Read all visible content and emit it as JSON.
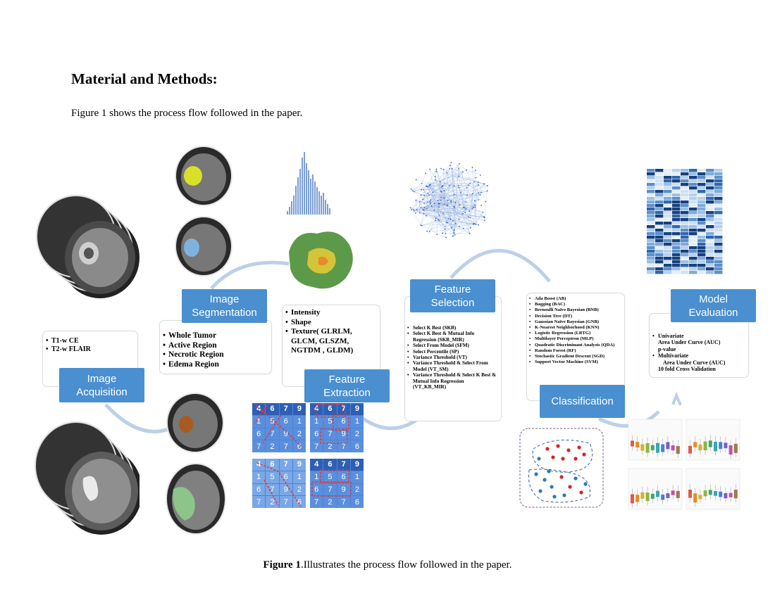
{
  "heading": "Material and Methods:",
  "intro": "Figure 1 shows the process flow followed in the paper.",
  "caption": {
    "label": "Figure 1",
    "text": ".Illustrates the process flow followed in the paper."
  },
  "stages": {
    "acquisition": [
      "Image",
      "Acquisition"
    ],
    "segmentation": [
      "Image",
      "Segmentation"
    ],
    "extraction": [
      "Feature",
      "Extraction"
    ],
    "selection": [
      "Feature",
      "Selection"
    ],
    "classification": "Classification",
    "evaluation": [
      "Model",
      "Evaluation"
    ]
  },
  "acquisition_items": [
    "T1-w CE",
    "T2-w FLAIR"
  ],
  "segmentation_items": [
    "Whole Tumor",
    "Active Region",
    "Necrotic Region",
    "Edema Region"
  ],
  "extraction_items": [
    "Intensity",
    "Shape",
    "Texture( GLRLM, GLCM, GLSZM, NGTDM , GLDM)"
  ],
  "selection_items": [
    "Select K Best (SKB)",
    "Select K Best & Mutual Info Regression (SKB_MIR)",
    "Select From Model (SFM)",
    "Select Percentile (SP)",
    "Variance Threshold (VT)",
    "Variance Threshold & Select From Model (VT_SM)",
    "Variance Threshold & Select K Best & Mutual Info Regression (VT_KB_MIR)"
  ],
  "classifier_items": [
    "Ada Boost (AB)",
    "Bagging (BAC)",
    "Bernoulli Naïve Bayesian (BNB)",
    "Decision Tree (DT)",
    "Gaussian Naïve Bayesian (GNB)",
    "K-Nearest Neighborhood (KNN)",
    "Logistic Regression (LRTG)",
    "Multilayer Perceptron (MLP)",
    "Quadratic Discriminant Analysis (QDA)",
    "Random Forest (RF)",
    "Stochastic Gradient Descent (SGD)",
    "Support Vector Machine (SVM)"
  ],
  "evaluation_items": {
    "univariate": "Univariate",
    "uni_auc": "Area Under Curve (AUC)",
    "uni_p": "p-value",
    "multivariate": "Multivariate",
    "multi_auc": "Area Under Curve (AUC)",
    "cv": "10 fold Cross Validation"
  },
  "texture_grids": [
    [
      "4",
      "6",
      "7",
      "9",
      "1",
      "5",
      "6",
      "1",
      "6",
      "7",
      "9",
      "2",
      "7",
      "2",
      "7",
      "6"
    ],
    [
      "4",
      "6",
      "7",
      "9",
      "1",
      "5",
      "6",
      "1",
      "6",
      "7",
      "9",
      "2",
      "7",
      "2",
      "7",
      "6"
    ],
    [
      "4",
      "6",
      "7",
      "9",
      "1",
      "5",
      "6",
      "1",
      "6",
      "7",
      "9",
      "2",
      "7",
      "2",
      "7",
      "6"
    ],
    [
      "4",
      "6",
      "7",
      "9",
      "1",
      "5",
      "6",
      "1",
      "6",
      "7",
      "9",
      "2",
      "7",
      "2",
      "7",
      "6"
    ]
  ],
  "colors": {
    "stage": "#4a8fd0",
    "arrow": "#b8cde6",
    "red_dash": "#e23a3a"
  }
}
